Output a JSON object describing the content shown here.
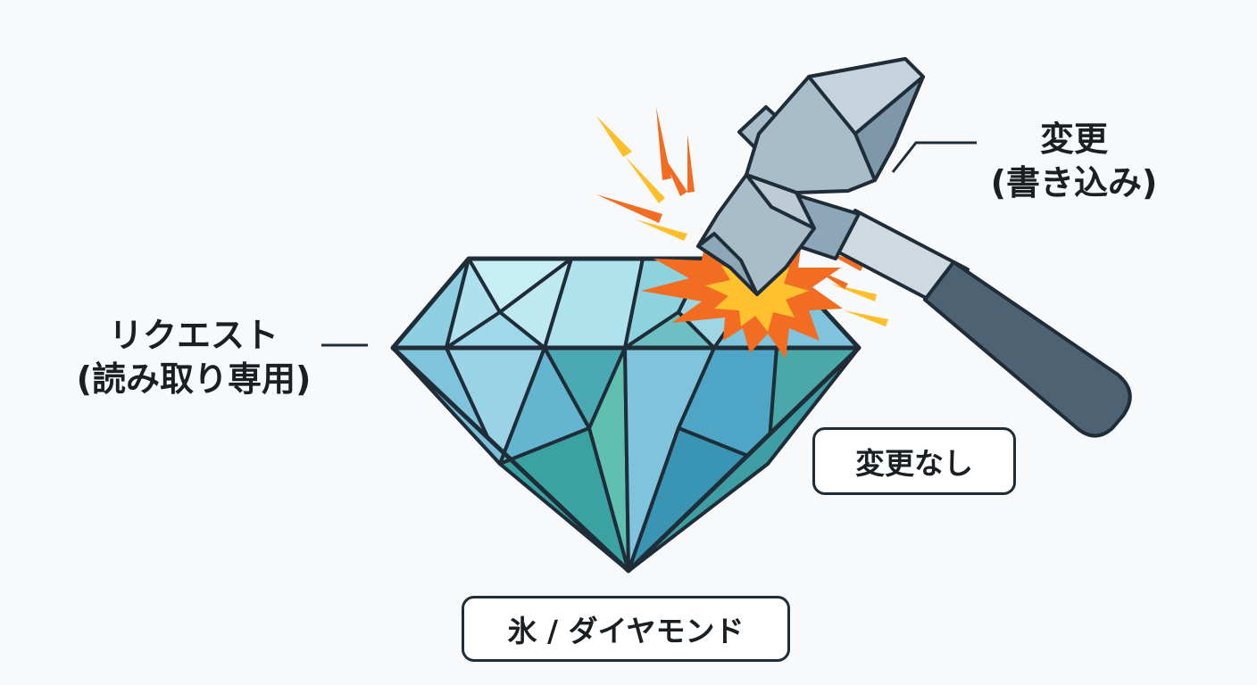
{
  "labels": {
    "request": {
      "line1": "リクエスト",
      "line2": "(読み取り専用)"
    },
    "change": {
      "line1": "変更",
      "line2": "(書き込み)"
    },
    "no_change": "変更なし",
    "caption": "氷 / ダイヤモンド"
  },
  "icons": [
    "diamond-icon",
    "hammer-icon",
    "impact-burst-icon",
    "spark-icon"
  ],
  "colors": {
    "background": "#f8f9fa",
    "outline": "#1f2d38",
    "diamond_light": "#bfe9f1",
    "diamond_mid": "#7fc3dc",
    "diamond_teal": "#3aa3a2",
    "hammer_head": "#a9bcc9",
    "hammer_shadow": "#7e98aa",
    "handle_grip": "#4d6273",
    "burst_orange": "#f26d21",
    "burst_yellow": "#ffc12e"
  }
}
